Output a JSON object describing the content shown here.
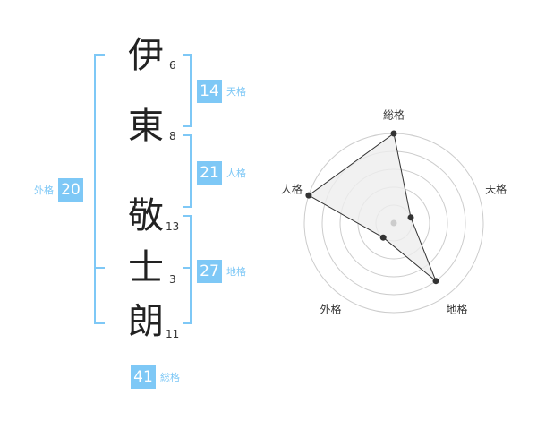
{
  "name": {
    "characters": [
      {
        "char": "伊",
        "strokes": "6"
      },
      {
        "char": "東",
        "strokes": "8"
      },
      {
        "char": "敬",
        "strokes": "13"
      },
      {
        "char": "士",
        "strokes": "3"
      },
      {
        "char": "朗",
        "strokes": "11"
      }
    ]
  },
  "fortunes": {
    "tenkaku": {
      "value": "14",
      "label": "天格"
    },
    "jinkaku": {
      "value": "21",
      "label": "人格"
    },
    "chikaku": {
      "value": "27",
      "label": "地格"
    },
    "gaikaku": {
      "value": "20",
      "label": "外格"
    },
    "soukaku": {
      "value": "41",
      "label": "総格"
    }
  },
  "colors": {
    "accent": "#7ec8f6",
    "ring": "#cccccc",
    "fill": "#eeeeee",
    "line": "#333333"
  },
  "chart_data": {
    "type": "radar",
    "axes": [
      "総格",
      "天格",
      "地格",
      "外格",
      "人格"
    ],
    "values": [
      5,
      1,
      4,
      1,
      5
    ],
    "range": [
      0,
      5
    ],
    "rings": 5
  }
}
